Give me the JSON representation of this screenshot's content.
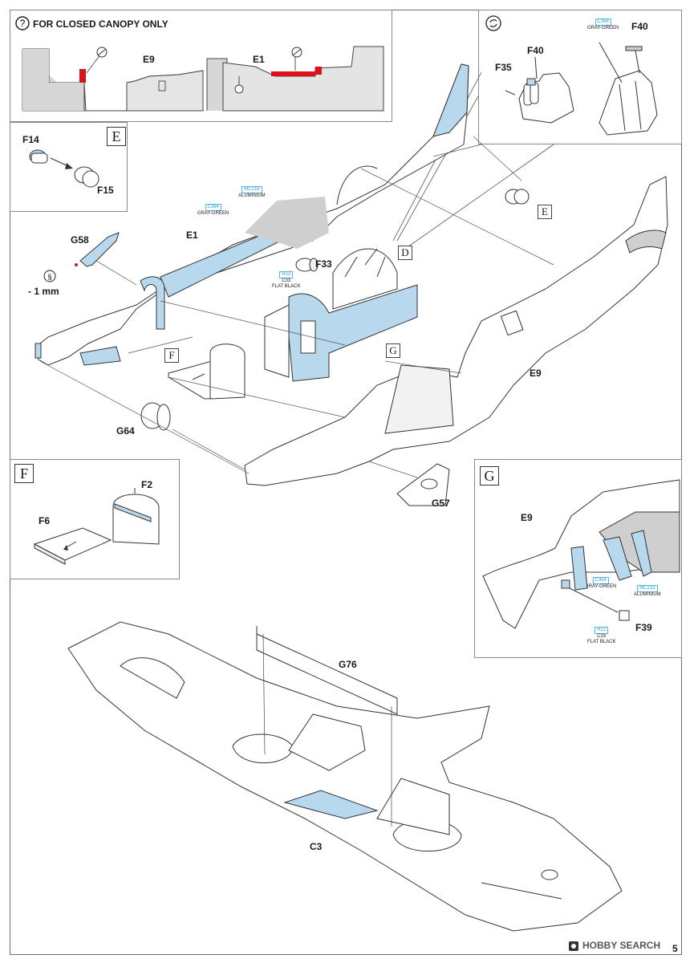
{
  "page": {
    "number": "5"
  },
  "closed_canopy": {
    "title": "FOR CLOSED CANOPY ONLY",
    "left_part": "E9",
    "right_part": "E1"
  },
  "inset_e": {
    "letter": "E",
    "parts": [
      "F14",
      "F15"
    ]
  },
  "top_right": {
    "parts": [
      "F40",
      "F35",
      "F40"
    ],
    "paint_code": "C364",
    "paint_name": "GRAY-GREEN"
  },
  "main": {
    "parts": {
      "g58": "G58",
      "e1": "E1",
      "f33": "F33",
      "g64": "G64",
      "e9": "E9",
      "g57": "G57"
    },
    "drill": "- 1 mm",
    "paint_mc": {
      "code": "MC218",
      "name": "ALUMINIUM"
    },
    "paint_c364": {
      "code": "C364",
      "name": "GRAY-GREEN"
    },
    "paint_h12": {
      "h": "H12",
      "c": "C33",
      "name": "FLAT BLACK"
    },
    "subassembly_letters": {
      "d": "D",
      "e": "E",
      "f": "F",
      "g": "G"
    }
  },
  "inset_f": {
    "letter": "F",
    "parts": [
      "F2",
      "F6"
    ]
  },
  "inset_g": {
    "letter": "G",
    "part": "E9",
    "part2": "F39",
    "paint_c364": {
      "code": "C364",
      "name": "GRAY-GREEN"
    },
    "paint_mc": {
      "code": "MC218",
      "name": "ALUMINIUM"
    },
    "paint_h12": {
      "h": "H12",
      "c": "C33",
      "name": "FLAT BLACK"
    }
  },
  "wing": {
    "parts": [
      "G76",
      "C3"
    ]
  },
  "watermark": "HOBBY SEARCH",
  "colors": {
    "blue": "#b8d8ee",
    "gray": "#cfcfcf",
    "red": "#d8141a",
    "line": "#333333"
  }
}
